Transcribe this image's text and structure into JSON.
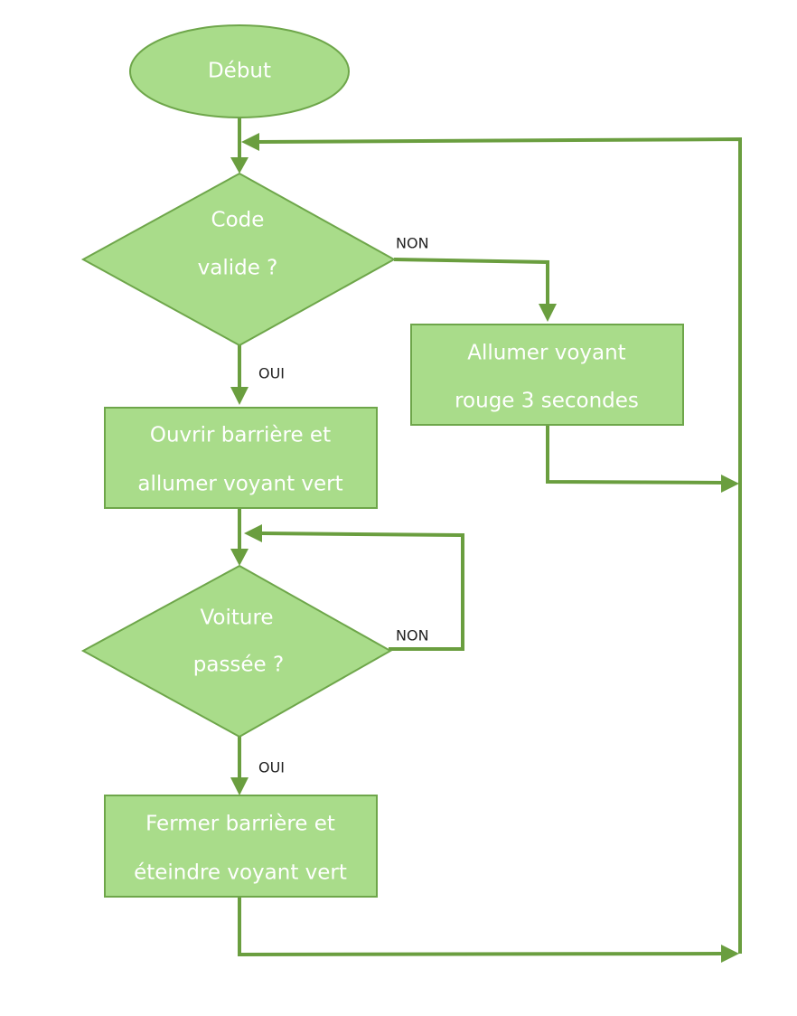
{
  "colors": {
    "node_fill": "#a9dc8a",
    "node_stroke": "#6ea64a",
    "line": "#6a9e3f",
    "node_text": "#ffffff",
    "label_text": "#222222"
  },
  "nodes": {
    "start": {
      "line1": "Début"
    },
    "code_valid": {
      "line1": "Code",
      "line2": "valide ?"
    },
    "red_light": {
      "line1": "Allumer voyant",
      "line2": "rouge 3 secondes"
    },
    "open_gate": {
      "line1": "Ouvrir barrière et",
      "line2": "allumer voyant vert"
    },
    "car_passed": {
      "line1": "Voiture",
      "line2": "passée ?"
    },
    "close_gate": {
      "line1": "Fermer barrière et",
      "line2": "éteindre voyant vert"
    }
  },
  "edge_labels": {
    "code_no": "NON",
    "code_yes": "OUI",
    "car_no": "NON",
    "car_yes": "OUI"
  }
}
